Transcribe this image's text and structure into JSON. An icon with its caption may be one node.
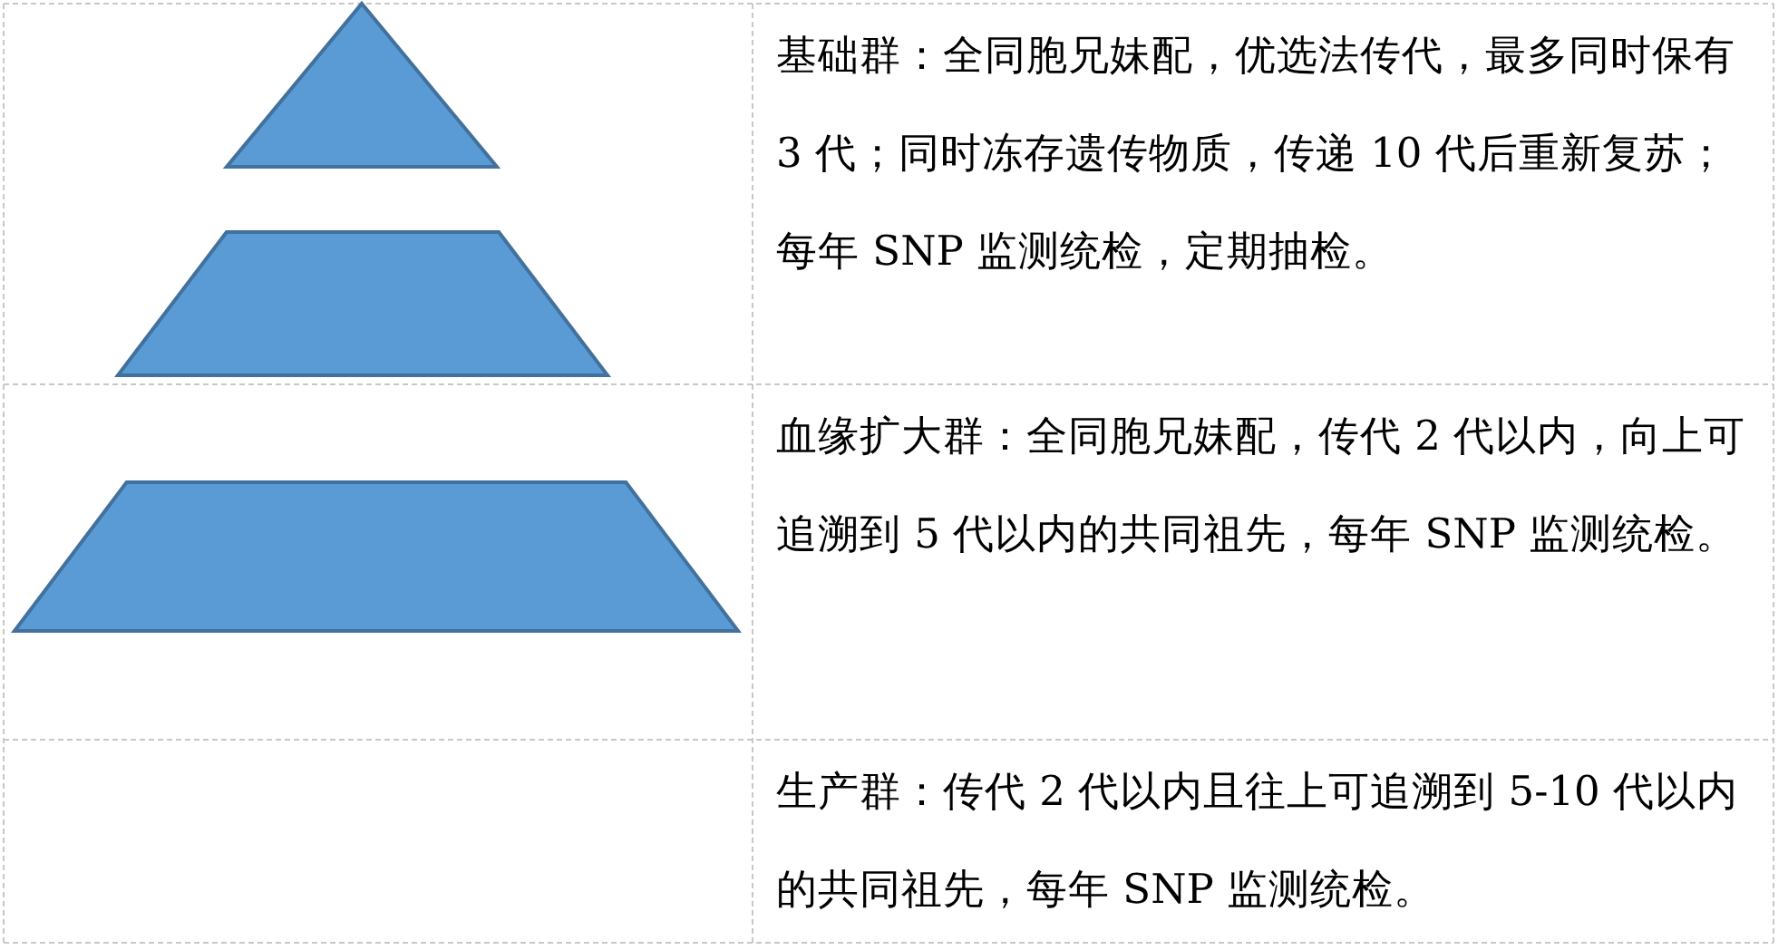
{
  "diagram": {
    "nodes": [
      {
        "text": [],
        "shape": "triangle"
      },
      {
        "text": [],
        "shape": "trapezoid"
      },
      {
        "text": [],
        "shape": "trapezoid"
      }
    ],
    "labels": [
      "基础群：全同胞兄妹配，优选法传代，最多同时保有 3 代；同时冻存遗传物质，传递 10 代后重新复苏；每年 SNP 监测统检，定期抽检。",
      "血缘扩大群：全同胞兄妹配，传代 2 代以内，向上可追溯到 5 代以内的共同祖先，每年 SNP 监测统检。",
      "生产群：传代 2 代以内且往上可追溯到 5-10 代以内的共同祖先，每年 SNP 监测统检。"
    ]
  }
}
